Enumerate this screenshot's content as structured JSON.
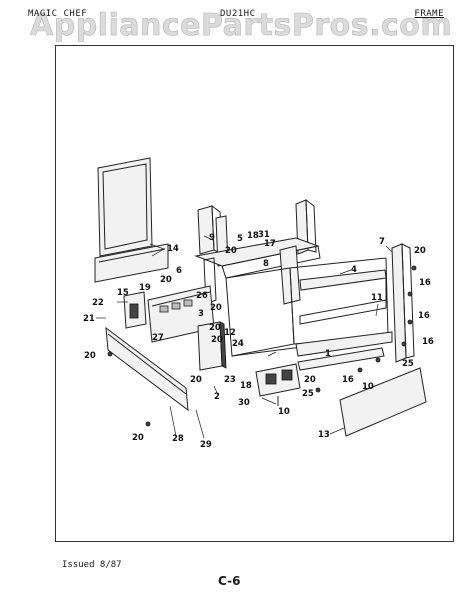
{
  "header": {
    "left": "MAGIC CHEF",
    "model": "DU21HC",
    "section": "FRAME"
  },
  "watermark": "AppliancePartsPros.com",
  "callouts": [
    "14",
    "9",
    "5",
    "18",
    "31",
    "17",
    "20",
    "7",
    "20",
    "8",
    "4",
    "6",
    "20",
    "16",
    "15",
    "19",
    "26",
    "22",
    "21",
    "20",
    "11",
    "12",
    "24",
    "20",
    "16",
    "27",
    "20",
    "16",
    "20",
    "23",
    "18",
    "1",
    "16",
    "25",
    "10",
    "20",
    "2",
    "30",
    "10",
    "25",
    "28",
    "29",
    "13",
    "20",
    "20",
    "3"
  ],
  "footer": {
    "issued": "Issued 8/87",
    "page": "C-6"
  }
}
